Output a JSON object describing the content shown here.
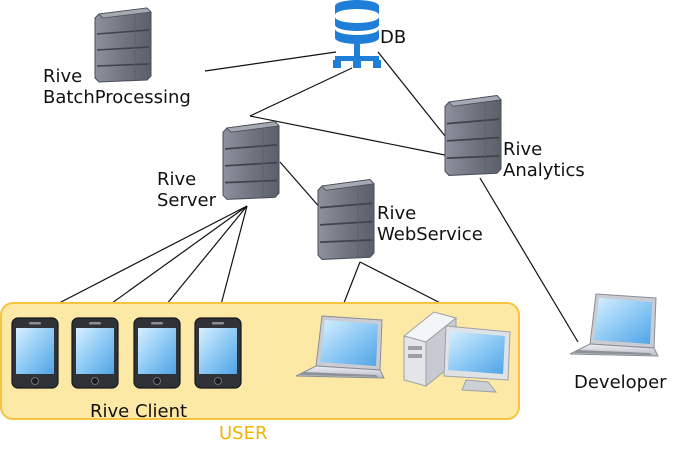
{
  "nodes": {
    "db": {
      "label": "DB"
    },
    "batch": {
      "label_line1": "Rive",
      "label_line2": "BatchProcessing"
    },
    "server": {
      "label_line1": "Rive",
      "label_line2": "Server"
    },
    "analytics": {
      "label_line1": "Rive",
      "label_line2": "Analytics"
    },
    "webservice": {
      "label_line1": "Rive",
      "label_line2": "WebService"
    },
    "developer": {
      "label": "Developer"
    }
  },
  "user_group": {
    "label": "USER",
    "client_label": "Rive Client",
    "fill_color": "#fde9a6",
    "border_color": "#f5c542"
  },
  "colors": {
    "server_body": "#7b808c",
    "db_blue": "#1f7fd8",
    "screen_blue": "#8ec9f3",
    "line": "#111111"
  },
  "icons": [
    "server-icon",
    "database-icon",
    "phone-icon",
    "laptop-icon",
    "desktop-icon"
  ]
}
